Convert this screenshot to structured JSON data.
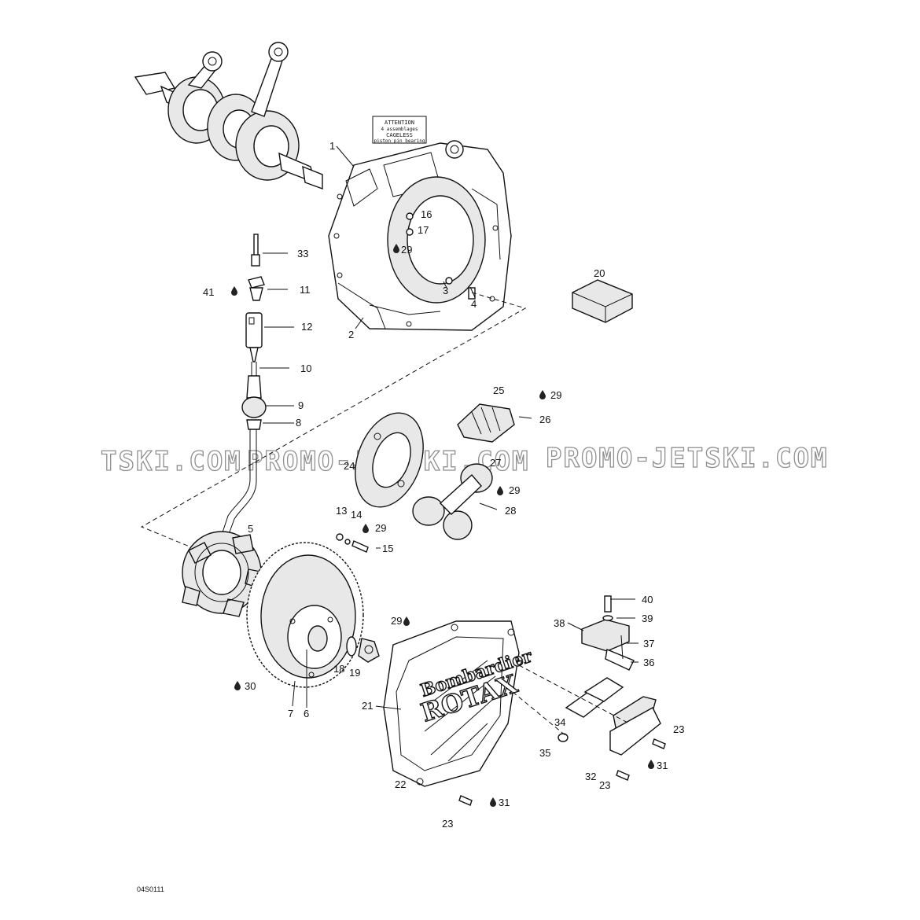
{
  "diagram": {
    "watermark_text": "PROMO-JETSKI.COM",
    "watermark_clipped_text": "TSKI.COM",
    "attention_label": [
      "ATTENTION",
      "4 assemblages",
      "CAGELESS",
      "piston pin bearing"
    ],
    "brand_text": [
      "Bombardier",
      "ROTAX"
    ],
    "figure_code": "04S0111",
    "sealant_marker_icon": "drop-icon",
    "callouts": [
      {
        "id": "c1",
        "text": "1"
      },
      {
        "id": "c2",
        "text": "2"
      },
      {
        "id": "c3",
        "text": "3"
      },
      {
        "id": "c4",
        "text": "4"
      },
      {
        "id": "c5",
        "text": "5"
      },
      {
        "id": "c6",
        "text": "6"
      },
      {
        "id": "c7",
        "text": "7"
      },
      {
        "id": "c8",
        "text": "8"
      },
      {
        "id": "c9",
        "text": "9"
      },
      {
        "id": "c10",
        "text": "10"
      },
      {
        "id": "c11",
        "text": "11"
      },
      {
        "id": "c12",
        "text": "12"
      },
      {
        "id": "c13",
        "text": "13"
      },
      {
        "id": "c14",
        "text": "14"
      },
      {
        "id": "c15",
        "text": "15"
      },
      {
        "id": "c16",
        "text": "16"
      },
      {
        "id": "c17",
        "text": "17"
      },
      {
        "id": "c18",
        "text": "18"
      },
      {
        "id": "c19",
        "text": "19"
      },
      {
        "id": "c20",
        "text": "20"
      },
      {
        "id": "c21",
        "text": "21"
      },
      {
        "id": "c22",
        "text": "22"
      },
      {
        "id": "c23a",
        "text": "23"
      },
      {
        "id": "c23b",
        "text": "23"
      },
      {
        "id": "c23c",
        "text": "23"
      },
      {
        "id": "c24",
        "text": "24"
      },
      {
        "id": "c25",
        "text": "25"
      },
      {
        "id": "c26",
        "text": "26"
      },
      {
        "id": "c27",
        "text": "27"
      },
      {
        "id": "c28",
        "text": "28"
      },
      {
        "id": "c29a",
        "text": "29"
      },
      {
        "id": "c29b",
        "text": "29"
      },
      {
        "id": "c29c",
        "text": "29"
      },
      {
        "id": "c29d",
        "text": "29"
      },
      {
        "id": "c29e",
        "text": "29"
      },
      {
        "id": "c30",
        "text": "30"
      },
      {
        "id": "c31a",
        "text": "31"
      },
      {
        "id": "c31b",
        "text": "31"
      },
      {
        "id": "c32",
        "text": "32"
      },
      {
        "id": "c33",
        "text": "33"
      },
      {
        "id": "c34",
        "text": "34"
      },
      {
        "id": "c35",
        "text": "35"
      },
      {
        "id": "c36",
        "text": "36"
      },
      {
        "id": "c37",
        "text": "37"
      },
      {
        "id": "c38",
        "text": "38"
      },
      {
        "id": "c39",
        "text": "39"
      },
      {
        "id": "c40",
        "text": "40"
      },
      {
        "id": "c41",
        "text": "41"
      }
    ]
  }
}
